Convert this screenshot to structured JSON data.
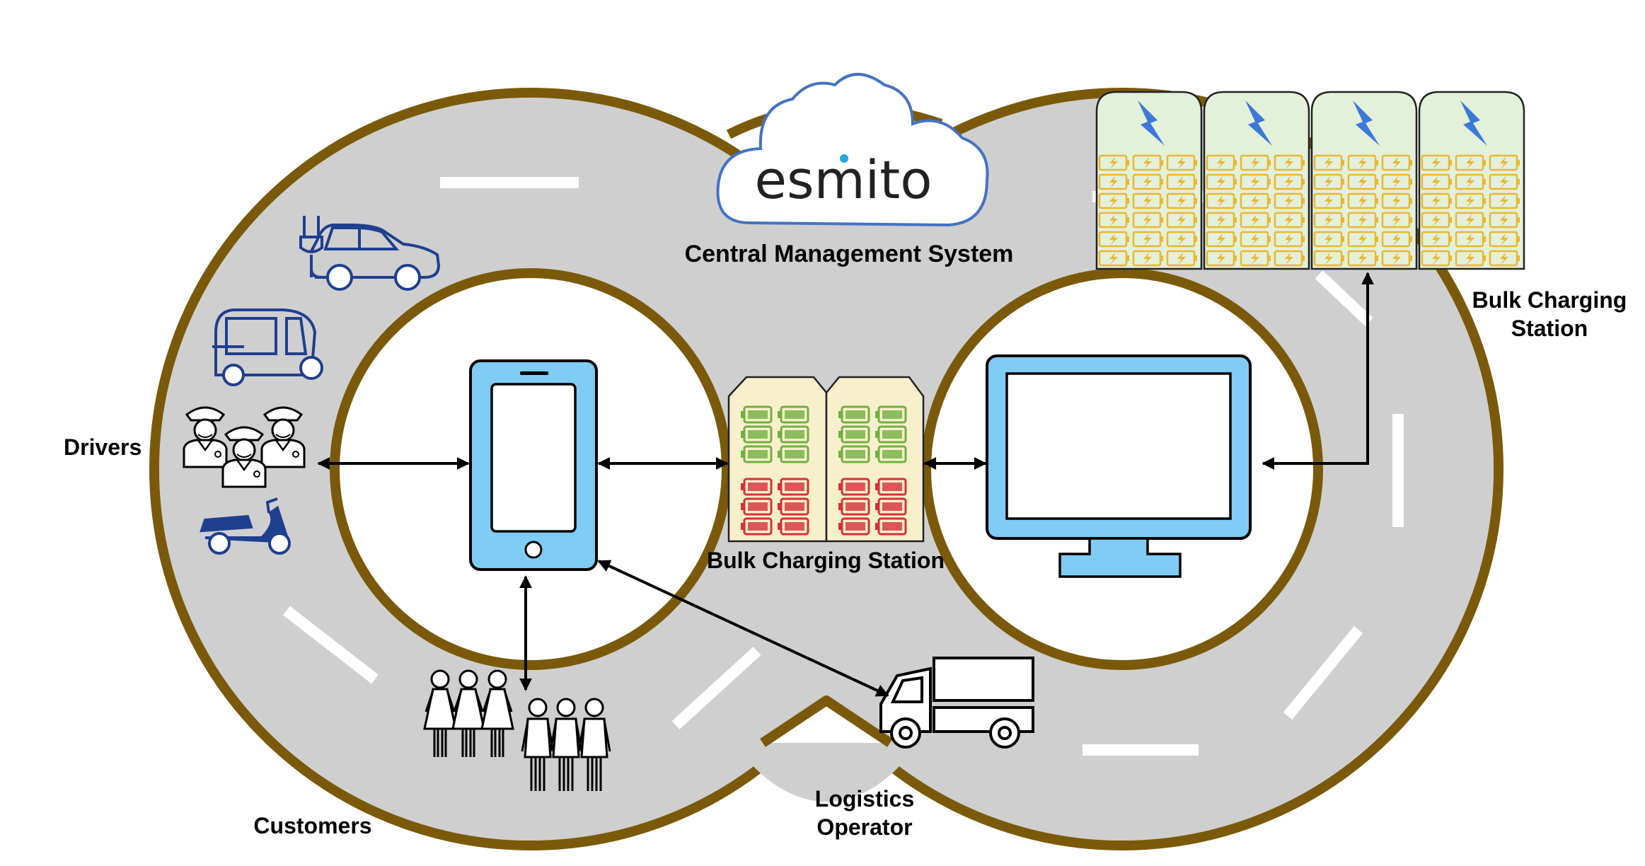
{
  "brand": {
    "logo_text": "esmito"
  },
  "labels": {
    "central": "Central Management System",
    "bulk_center": "Bulk Charging Station",
    "bulk_right_line1": "Bulk Charging",
    "bulk_right_line2": "Station",
    "drivers": "Drivers",
    "customers": "Customers",
    "logistics_line1": "Logistics",
    "logistics_line2": "Operator"
  },
  "colors": {
    "road": "#d0cfcf",
    "road_border": "#7a5a0a",
    "device_blue": "#7fccf4",
    "device_stroke": "#000000",
    "vehicle_blue": "#1f3f8f",
    "cloud_stroke": "#4472c4",
    "battery_charged": "#6fb040",
    "battery_empty": "#d6303a",
    "cabinet_fill": "#f8efcc",
    "swap_fill": "#e3f0da",
    "cell_yellow": "#e8b830",
    "bolt_blue": "#3b78d8"
  },
  "icons": [
    "ev-car-icon",
    "auto-rickshaw-icon",
    "drivers-group-icon",
    "scooter-icon",
    "smartphone-icon",
    "monitor-icon",
    "customers-group-icon",
    "truck-icon",
    "cloud-icon",
    "battery-cabinet-icon",
    "swap-station-icon"
  ]
}
